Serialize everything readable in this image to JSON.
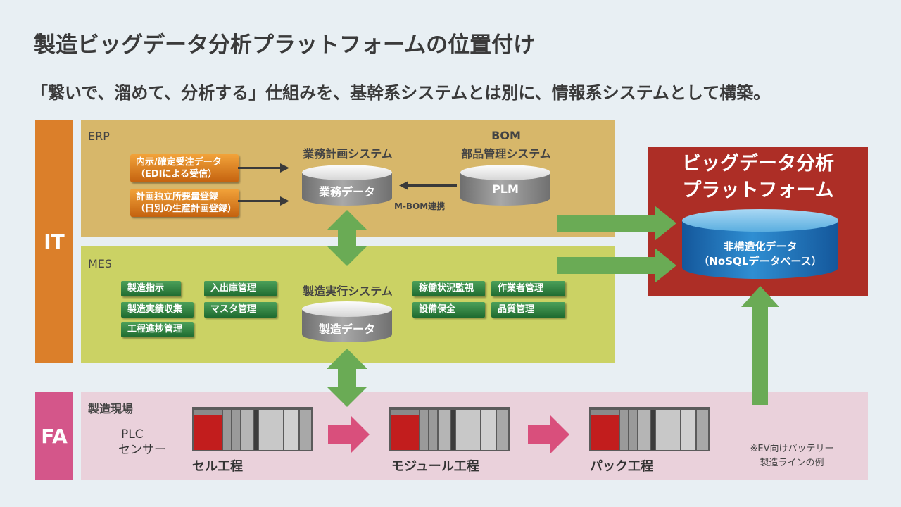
{
  "title": "製造ビッグデータ分析プラットフォームの位置付け",
  "subtitle": "「繋いで、溜めて、分析する」仕組みを、基幹系システムとは別に、情報系システムとして構築。",
  "sides": {
    "it": "IT",
    "fa": "FA"
  },
  "erp": {
    "label": "ERP",
    "inputs": [
      {
        "line1": "内示/確定受注データ",
        "line2": "（EDIによる受信）"
      },
      {
        "line1": "計画独立所要量登録",
        "line2": "（日別の生産計画登録）"
      }
    ],
    "business_system": {
      "label": "業務計画システム",
      "db": "業務データ"
    },
    "bom": {
      "label1": "BOM",
      "label2": "部品管理システム",
      "db": "PLM"
    },
    "mbom_link": "M-BOM連携"
  },
  "mes": {
    "label": "MES",
    "left_buttons": [
      "製造指示",
      "入出庫管理",
      "製造実績収集",
      "マスタ管理",
      "工程進捗管理"
    ],
    "system": {
      "label": "製造実行システム",
      "db": "製造データ"
    },
    "right_buttons": [
      "稼働状況監視",
      "作業者管理",
      "設備保全",
      "品質管理"
    ]
  },
  "platform": {
    "title_line1": "ビッグデータ分析",
    "title_line2": "プラットフォーム",
    "db_line1": "非構造化データ",
    "db_line2": "（NoSQLデータベース）"
  },
  "fa": {
    "label": "製造現場",
    "devices": {
      "line1": "PLC",
      "line2": "センサー"
    },
    "processes": [
      "セル工程",
      "モジュール工程",
      "パック工程"
    ],
    "note_line1": "※EV向けバッテリー",
    "note_line2": "製造ラインの例"
  },
  "colors": {
    "it": "#db7f2a",
    "fa": "#d4568a",
    "erp": "#d7b76a",
    "mes": "#cbd264",
    "platform": "#ad2e26",
    "arrow_green": "#6aab55",
    "arrow_pink": "#d94f7c",
    "db_blue": "#1f76b8"
  }
}
